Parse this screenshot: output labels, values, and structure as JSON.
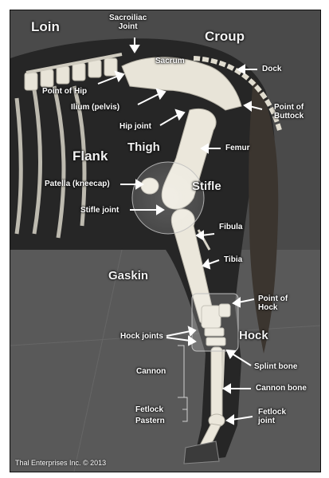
{
  "diagram": {
    "copyright": "Thal Enterprises Inc.  © 2013",
    "regions": {
      "loin": "Loin",
      "croup": "Croup",
      "flank": "Flank",
      "thigh": "Thigh",
      "stifle": "Stifle",
      "gaskin": "Gaskin",
      "hock": "Hock"
    },
    "labels": {
      "sacroiliac_joint": "Sacroiliac\nJoint",
      "sacrum": "Sacrum",
      "dock": "Dock",
      "point_of_hip": "Point of Hip",
      "ilium": "Ilium (pelvis)",
      "point_of_buttock": "Point of\nButtock",
      "hip_joint": "Hip joint",
      "femur": "Femur",
      "patella": "Patella (kneecap)",
      "stifle_joint": "Stifle joint",
      "fibula": "Fibula",
      "tibia": "Tibia",
      "point_of_hock": "Point of\nHock",
      "hock_joints": "Hock joints",
      "splint_bone": "Splint bone",
      "cannon": "Cannon",
      "cannon_bone": "Cannon bone",
      "fetlock": "Fetlock",
      "pastern": "Pastern",
      "fetlock_joint": "Fetlock\njoint"
    }
  }
}
